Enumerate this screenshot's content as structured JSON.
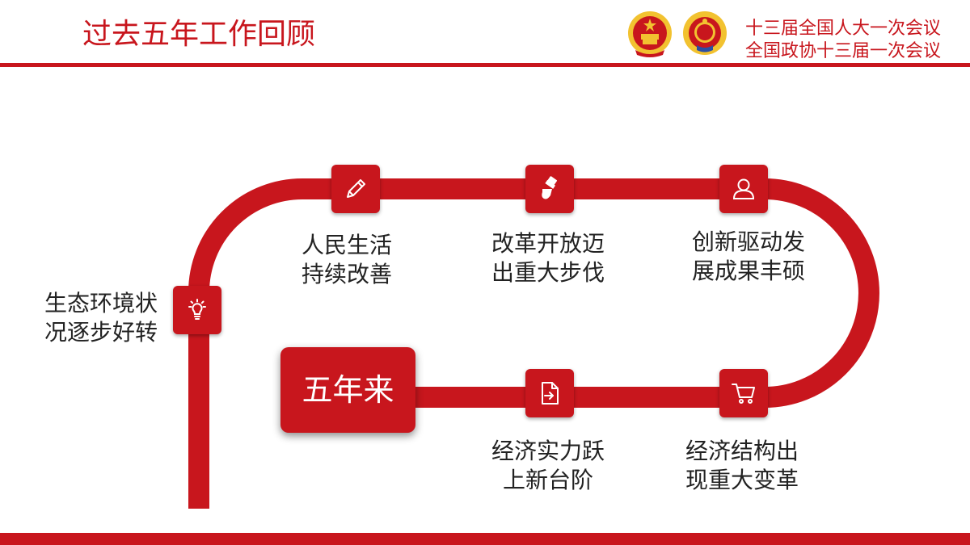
{
  "header": {
    "title": "过去五年工作回顾",
    "session_line1": "十三届全国人大一次会议",
    "session_line2": "全国政协十三届一次会议"
  },
  "center": {
    "label": "五年来"
  },
  "milestones": [
    {
      "icon": "lightbulb-icon",
      "line1": "生态环境状",
      "line2": "况逐步好转"
    },
    {
      "icon": "pencil-icon",
      "line1": "人民生活",
      "line2": "持续改善"
    },
    {
      "icon": "paintbrush-icon",
      "line1": "改革开放迈",
      "line2": "出重大步伐"
    },
    {
      "icon": "person-icon",
      "line1": "创新驱动发",
      "line2": "展成果丰硕"
    },
    {
      "icon": "shopping-cart-icon",
      "line1": "经济结构出",
      "line2": "现重大变革"
    },
    {
      "icon": "document-import-icon",
      "line1": "经济实力跃",
      "line2": "上新台阶"
    }
  ],
  "colors": {
    "accent": "#c8161d",
    "gold": "#f2c230",
    "text": "#222222"
  }
}
